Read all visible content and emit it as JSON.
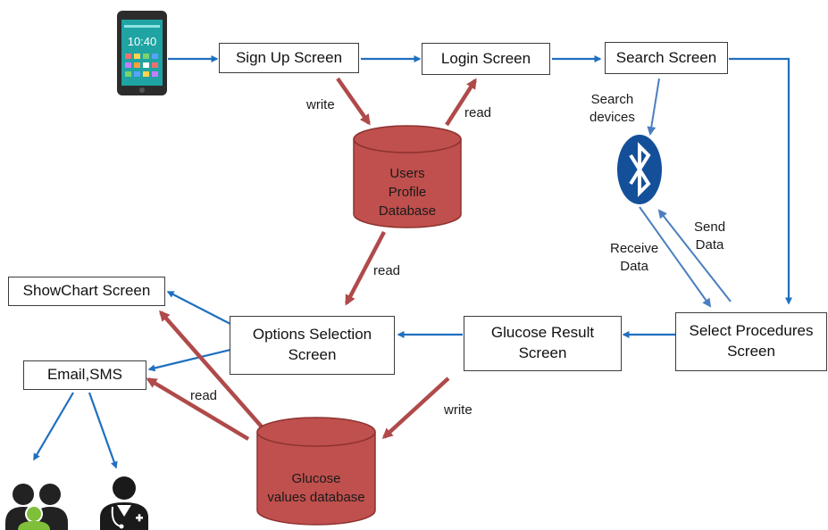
{
  "colors": {
    "blue_arrow": "#1f6fbf",
    "red_arrow": "#b04a4a",
    "database_fill": "#c0504d",
    "database_stroke": "#8c3230",
    "bluetooth_fill": "#14509a"
  },
  "phone": {
    "clock": "10:40",
    "icon": "smartphone-icon"
  },
  "boxes": {
    "signup": "Sign Up Screen",
    "login": "Login Screen",
    "search": "Search Screen",
    "select_procedures": [
      "Select Procedures",
      "Screen"
    ],
    "glucose_result": [
      "Glucose Result",
      "Screen"
    ],
    "options_selection": [
      "Options Selection",
      "Screen"
    ],
    "showchart": "ShowChart Screen",
    "email_sms": "Email,SMS"
  },
  "databases": {
    "users": [
      "Users",
      "Profile",
      "Database"
    ],
    "glucose": [
      "Glucose",
      "values database"
    ]
  },
  "labels": {
    "write_top": "write",
    "read_top": "read",
    "search_devices": [
      "Search",
      "devices"
    ],
    "send_data": [
      "Send",
      "Data"
    ],
    "receive_data": [
      "Receive",
      "Data"
    ],
    "read_mid": "read",
    "read_bottom": "read",
    "write_bottom": "write"
  },
  "icons": {
    "bluetooth": "bluetooth-icon",
    "users_group": "user-group-icon",
    "doctor": "doctor-icon"
  }
}
